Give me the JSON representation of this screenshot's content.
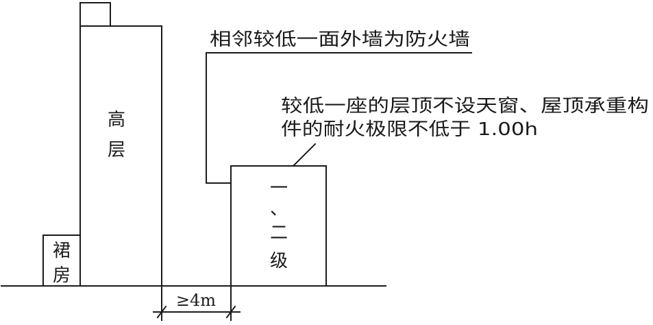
{
  "labels": {
    "high_rise_line1": "高",
    "high_rise_line2": "层",
    "podium_line1": "裙",
    "podium_line2": "房",
    "low_line1": "一",
    "low_line2": "、",
    "low_line3": "二",
    "low_line4": "级",
    "firewall_note": "相邻较低一面外墙为防火墙",
    "roof_note_line1": "较低一座的层顶不设天窗、屋顶承重构",
    "roof_note_line2": "件的耐火极限不低于 1.00h",
    "distance": "≥4m"
  }
}
